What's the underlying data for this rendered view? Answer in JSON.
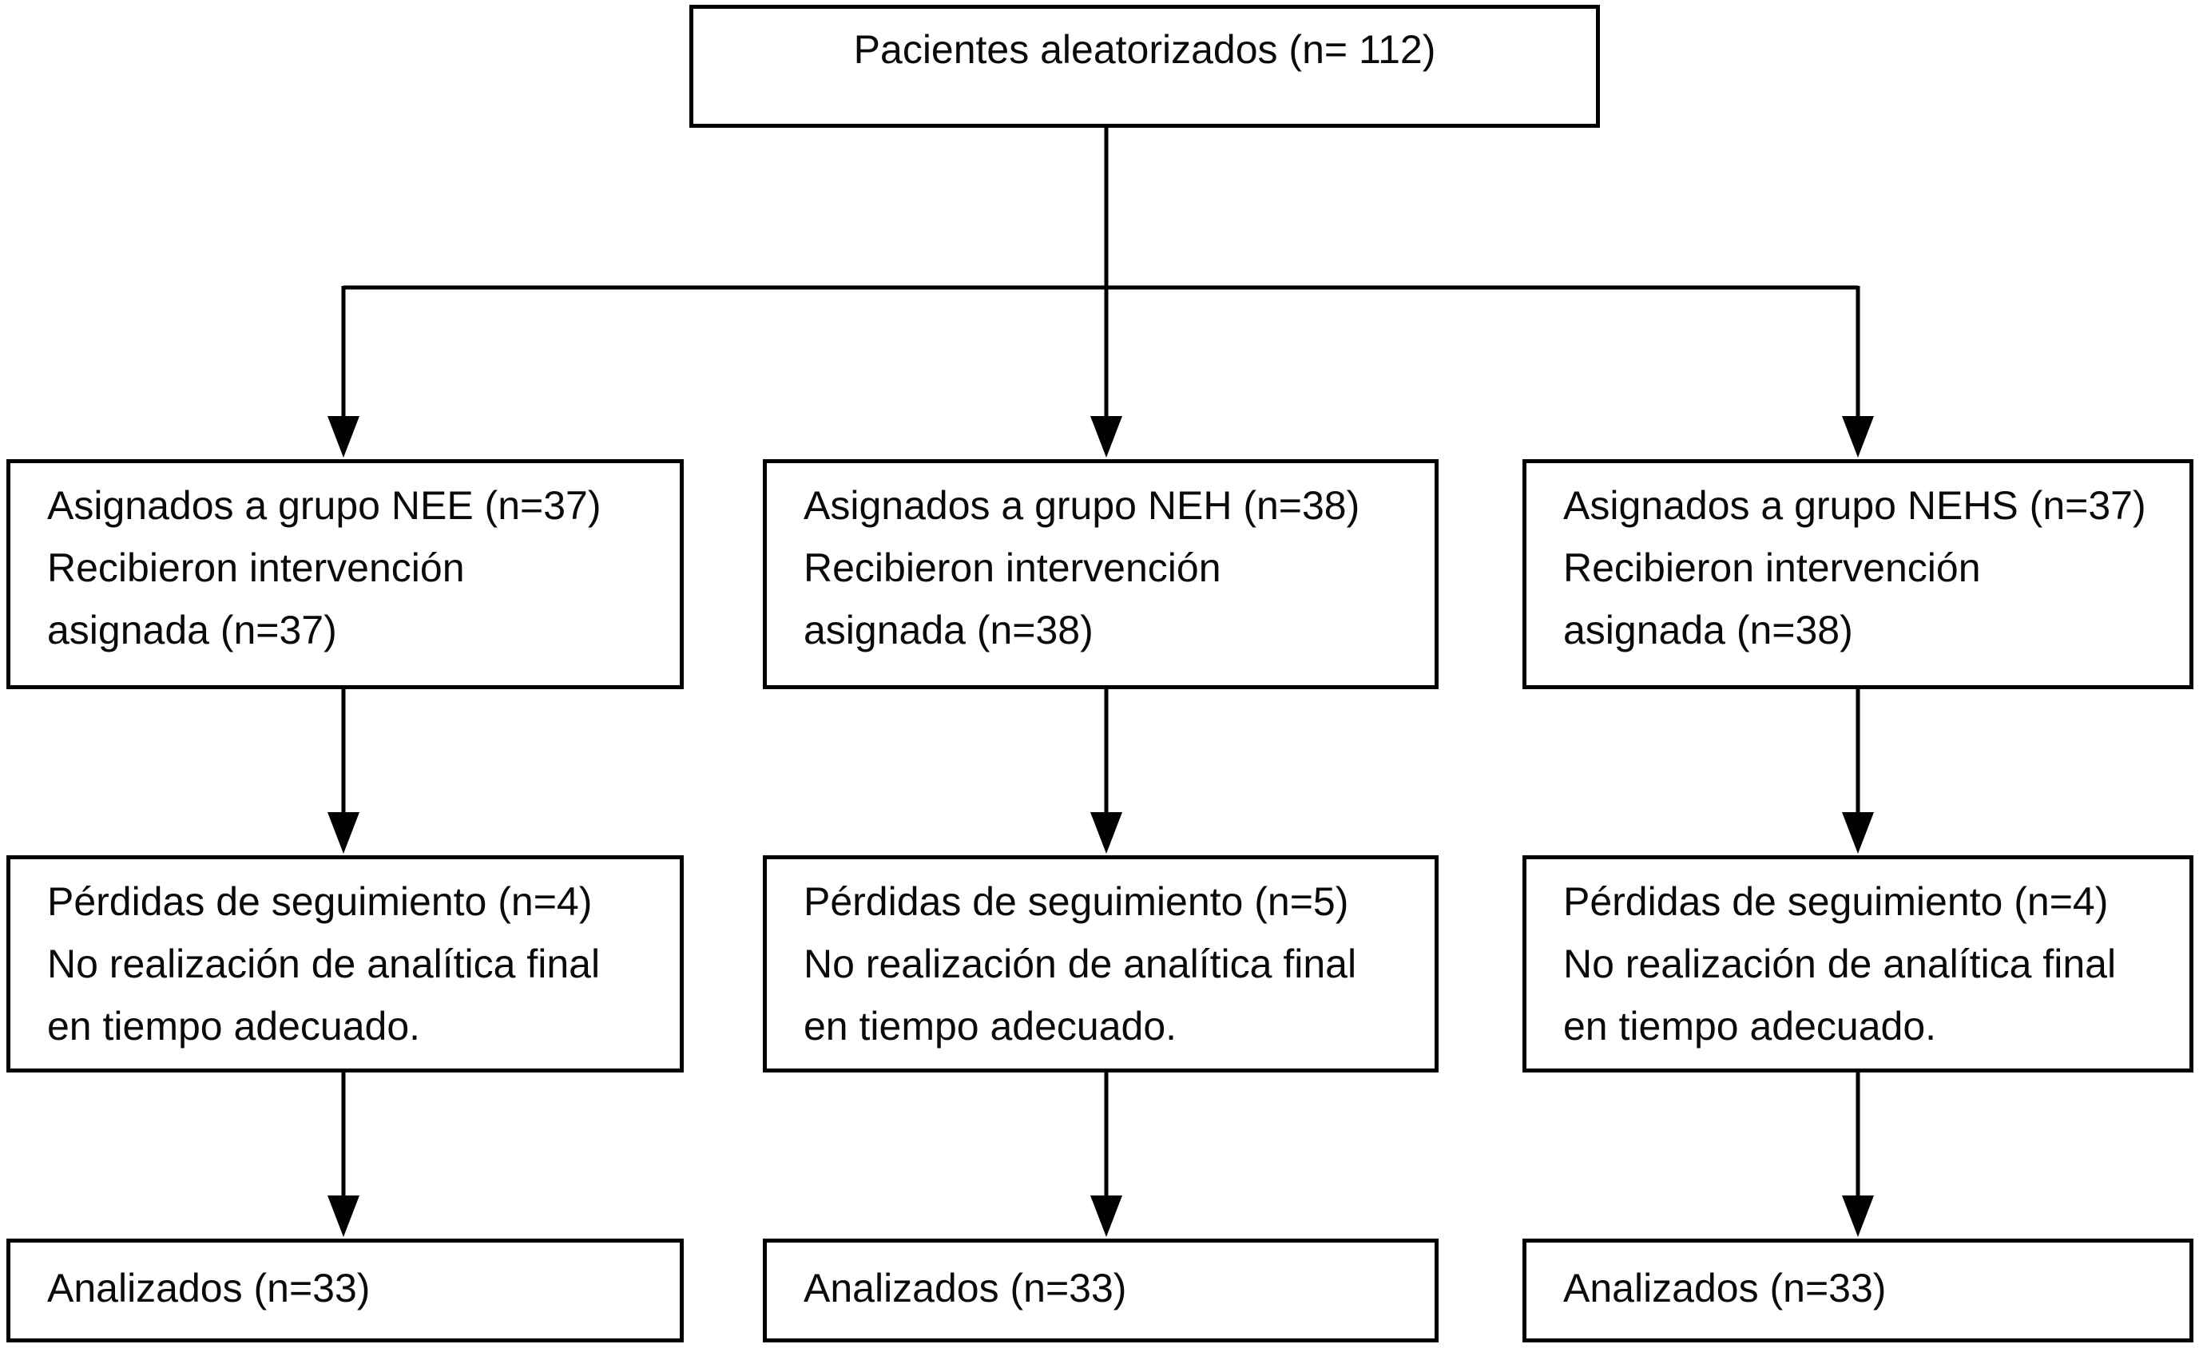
{
  "diagram": {
    "randomized": {
      "label": "Pacientes aleatorizados (n= 112)"
    },
    "columns": [
      {
        "group": "NEE",
        "assigned": [
          "Asignados a grupo NEE (n=37)",
          "Recibieron intervención",
          "asignada (n=37)"
        ],
        "lost_followup": [
          "Pérdidas de seguimiento (n=4)",
          "No realización de analítica final",
          "en tiempo adecuado."
        ],
        "analyzed": "Analizados (n=33)"
      },
      {
        "group": "NEH",
        "assigned": [
          "Asignados a grupo NEH (n=38)",
          "Recibieron intervención",
          "asignada (n=38)"
        ],
        "lost_followup": [
          "Pérdidas de seguimiento (n=5)",
          "No realización de analítica final",
          "en tiempo adecuado."
        ],
        "analyzed": "Analizados (n=33)"
      },
      {
        "group": "NEHS",
        "assigned": [
          "Asignados a grupo NEHS (n=37)",
          "Recibieron intervención",
          "asignada (n=38)"
        ],
        "lost_followup": [
          "Pérdidas de seguimiento (n=4)",
          "No realización de analítica final",
          "en tiempo adecuado."
        ],
        "analyzed": "Analizados (n=33)"
      }
    ],
    "colors": {
      "line": "#000000",
      "background": "#ffffff"
    }
  }
}
